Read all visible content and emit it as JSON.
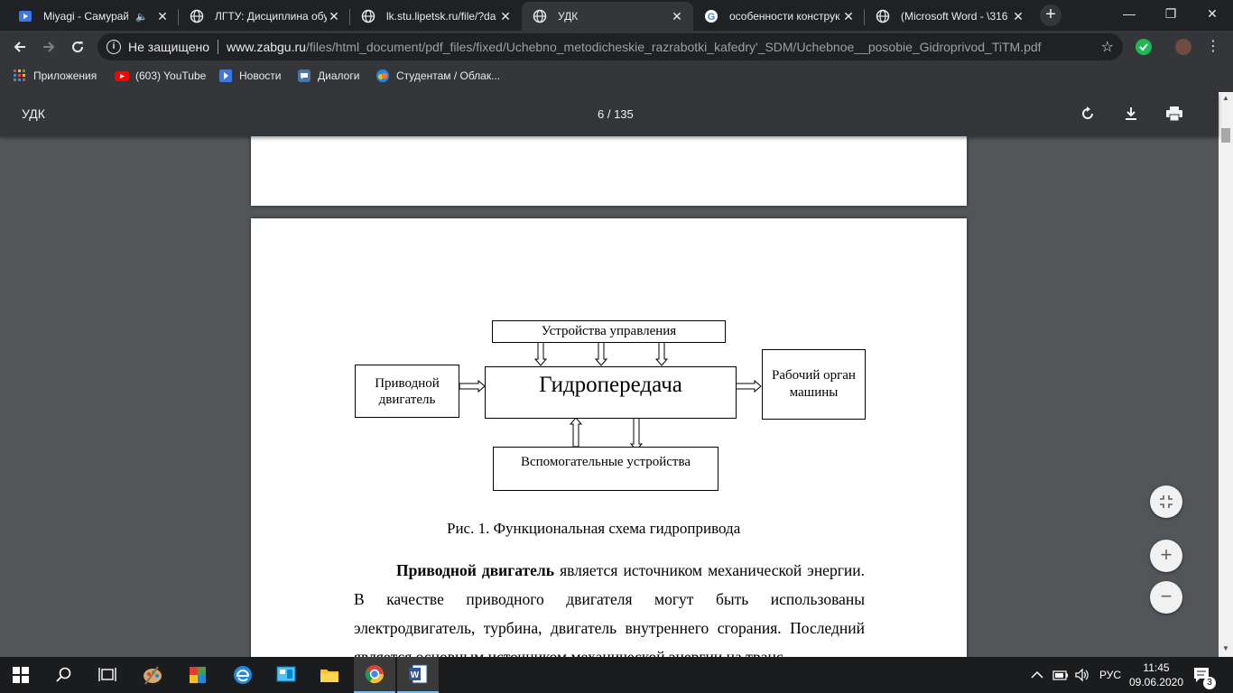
{
  "tabs": [
    {
      "title": "Miyagi - Самурай (",
      "audio": "🔈"
    },
    {
      "title": "ЛГТУ: Дисциплина обу"
    },
    {
      "title": "lk.stu.lipetsk.ru/file/?da"
    },
    {
      "title": "УДК"
    },
    {
      "title": "особенности конструк"
    },
    {
      "title": "(Microsoft Word - \\316"
    }
  ],
  "omnibox": {
    "security": "Не защищено",
    "host": "www.zabgu.ru",
    "path": "/files/html_document/pdf_files/fixed/Uchebno_metodicheskie_razrabotki_kafedry'_SDM/Uchebnoe__posobie_Gidroprivod_TiTM.pdf"
  },
  "bookmarks": [
    {
      "label": "Приложения"
    },
    {
      "label": "(603) YouTube"
    },
    {
      "label": "Новости"
    },
    {
      "label": "Диалоги"
    },
    {
      "label": "Студентам / Облак..."
    }
  ],
  "pdf": {
    "title": "УДК",
    "page_info": "6 / 135"
  },
  "diagram": {
    "control": "Устройства управления",
    "drive": "Приводной двигатель",
    "hydro": "Гидропередача",
    "work": "Рабочий орган машины",
    "aux": "Вспомогательные устройства",
    "caption": "Рис. 1. Функциональная схема гидропривода"
  },
  "body": {
    "lead_bold": "Приводной двигатель",
    "text": " является источником механической энергии. В качестве приводного двигателя могут быть использованы электродвигатель, турбина, двигатель внутреннего сгорания. Последний является основным источником механической энергии на транс-"
  },
  "tray": {
    "lang": "РУС",
    "time": "11:45",
    "date": "09.06.2020",
    "notifications": "3"
  },
  "colors": {
    "tabstrip": "#202124",
    "toolbar": "#35363a",
    "pdfbar": "#323639",
    "viewer": "#525659"
  }
}
